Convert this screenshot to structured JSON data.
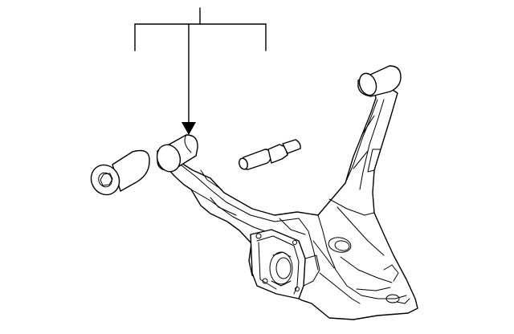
{
  "diagram": {
    "type": "parts-diagram",
    "line_color": "#000000",
    "background": "#ffffff",
    "callouts": [],
    "parts": [
      "control-arm",
      "bushing",
      "bushing-bolt",
      "stud"
    ]
  }
}
